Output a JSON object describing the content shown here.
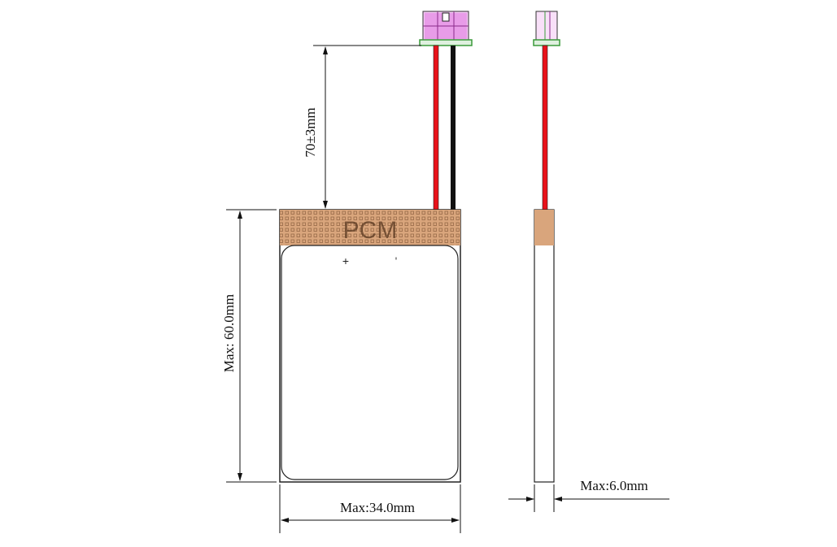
{
  "labels": {
    "cable_length": "70±3mm",
    "max_height": "Max: 60.0mm",
    "max_width": "Max:34.0mm",
    "max_thickness": "Max:6.0mm",
    "pcm": "PCM",
    "plus": "+",
    "minus": "-"
  },
  "colors": {
    "pcm": "#d9a57c",
    "red_wire": "#e8121a",
    "black_wire": "#111111",
    "connector": "#e07ee0",
    "connector_outline": "#3a9a3a"
  }
}
